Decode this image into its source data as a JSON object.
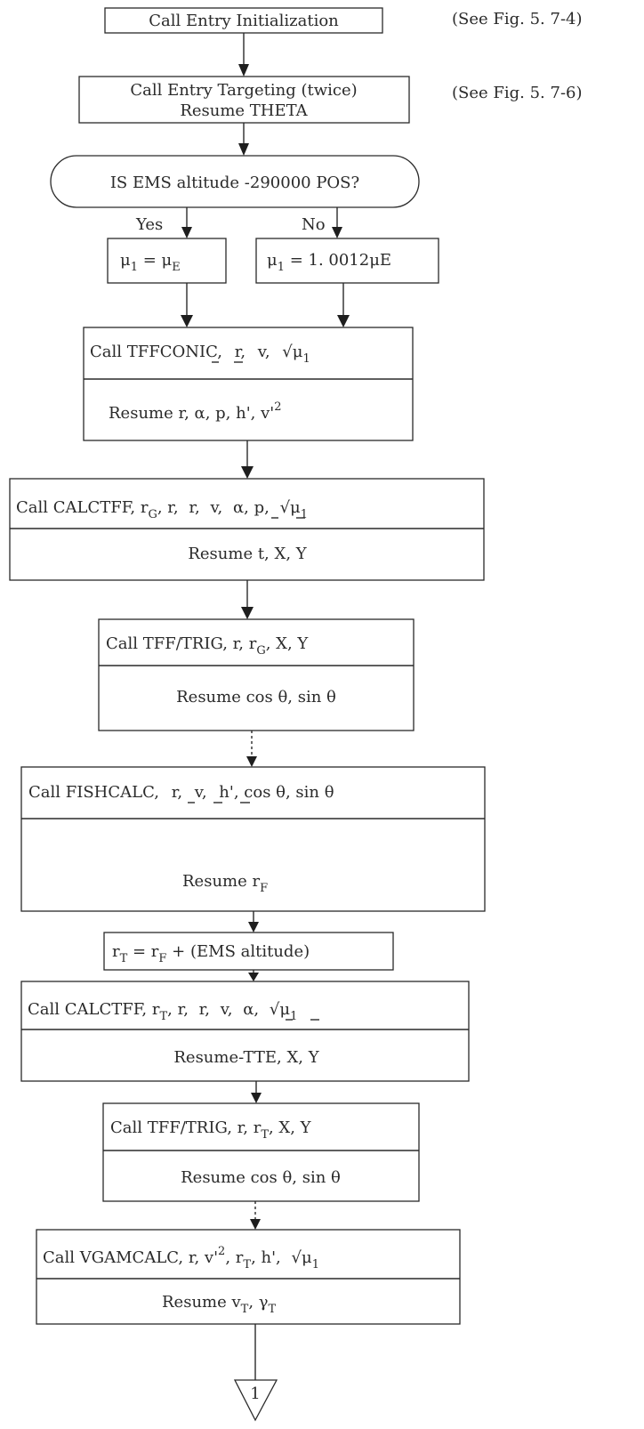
{
  "notes": {
    "fig4": "(See Fig. 5. 7-4)",
    "fig6": "(See Fig. 5. 7-6)"
  },
  "blocks": {
    "entry_init": "Call Entry Initialization",
    "entry_target_1": "Call Entry Targeting (twice)",
    "entry_target_2": "Resume THETA",
    "decision": "IS EMS altitude -290000 POS?",
    "yes": "Yes",
    "no": "No",
    "mu": "μ",
    "mu_sub": "1",
    "mu_e_sub": "E",
    "mu_yes_eq": " = ",
    "mu_no_eq": " = 1. 0012",
    "mu_no_tail": "E",
    "tffconic_call": "Call TFFCONIC,",
    "tffconic_r": "r,",
    "tffconic_v": "v,",
    "tffconic_resume": "Resume r,  α,  p,  h',  v'",
    "sup2": "2",
    "calctff1_call": "Call CALCTFF,  r",
    "sub_G": "G",
    "calctff1_args": ",  r,",
    "calctff1_args2": "α,  p,",
    "calctff1_resume": "Resume t,  X,  Y",
    "trig1_call": "Call TFF/TRIG,  r,  r",
    "trig1_tail": ",  X,  Y",
    "trig1_resume": "Resume cos θ,  sin θ",
    "fish_call": "Call FISHCALC,",
    "fish_h": "h'",
    "fish_tail": ",  cos θ,  sin θ",
    "fish_resume": "Resume r",
    "sub_F": "F",
    "rt_r": "r",
    "sub_T": "T",
    "rt_eq": " = r",
    "rt_tail": " + (EMS altitude)",
    "calctff2_call": "Call CALCTFF,  r",
    "calctff2_args2": "α,",
    "calctff2_resume": "Resume-TTE,  X,  Y",
    "trig2_call": "Call TFF/TRIG,  r,  r",
    "trig2_tail": ",  X,  Y",
    "trig2_resume": "Resume cos θ,  sin θ",
    "vgam_call": "Call VGAMCALC,  r,  v'",
    "vgam_mid": ",  r",
    "vgam_tail": ",  h',",
    "vgam_resume": "Resume v",
    "vgam_resume_sep": ",  γ",
    "r_letter": "r,",
    "v_letter": "v,",
    "sqrt": "√",
    "connector": "1"
  }
}
